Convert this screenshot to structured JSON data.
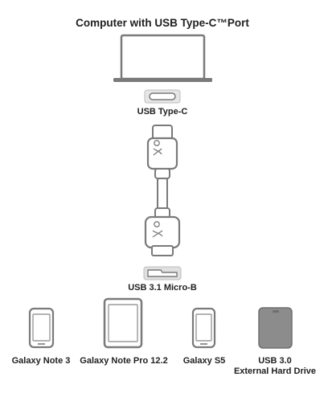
{
  "title": "Computer with USB Type-C™Port",
  "connectors": {
    "top_label": "USB Type-C",
    "bottom_label": "USB 3.1 Micro-B"
  },
  "devices": [
    {
      "label": "Galaxy Note 3",
      "icon": "phone-icon"
    },
    {
      "label": "Galaxy Note Pro 12.2",
      "icon": "tablet-icon"
    },
    {
      "label": "Galaxy S5",
      "icon": "phone-icon"
    },
    {
      "label_line1": "USB 3.0",
      "label_line2": "External Hard Drive",
      "icon": "hard-drive-icon"
    }
  ],
  "colors": {
    "outline": "#7a7a7a",
    "port_fill": "#d9d9d9",
    "drive_fill": "#8c8c8c",
    "text": "#1f1f1f"
  }
}
